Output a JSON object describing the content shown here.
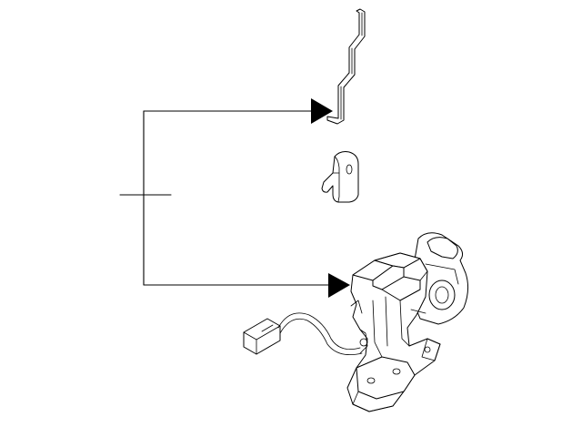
{
  "diagram": {
    "background_color": "#ffffff",
    "line_color": "#000000",
    "components": [
      {
        "id": "lock-rod",
        "icon": "bent-rod-icon"
      },
      {
        "id": "rod-clip",
        "icon": "clip-icon"
      },
      {
        "id": "door-lock-actuator",
        "icon": "lock-assembly-icon"
      }
    ],
    "callouts": [
      {
        "target": "lock-rod",
        "icon": "arrowhead-icon"
      },
      {
        "target": "door-lock-actuator",
        "icon": "arrowhead-icon"
      }
    ]
  }
}
